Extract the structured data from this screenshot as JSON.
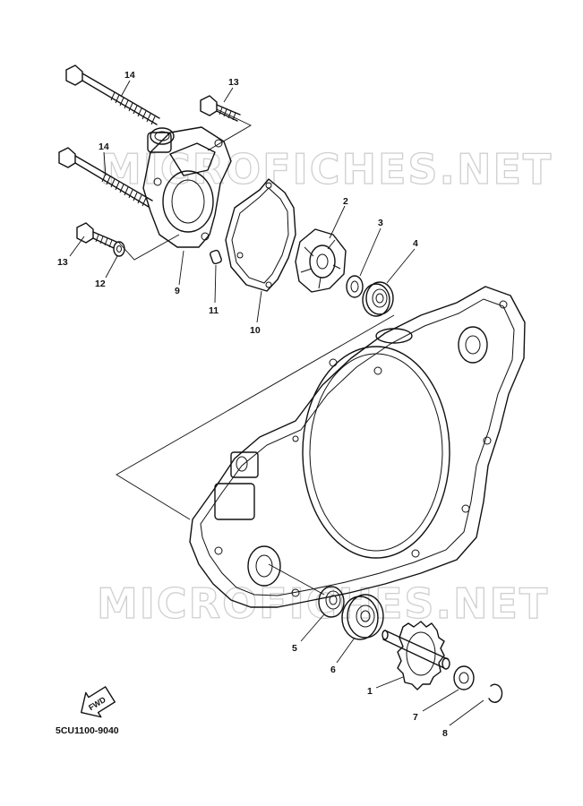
{
  "watermark": "MICROFICHES.NET",
  "diagram_code": "5CU1100-9040",
  "fwd_label": "FWD",
  "callouts": {
    "p1": "1",
    "p2": "2",
    "p3": "3",
    "p4": "4",
    "p5": "5",
    "p6": "6",
    "p7": "7",
    "p8": "8",
    "p9": "9",
    "p10": "10",
    "p11": "11",
    "p12": "12",
    "p13a": "13",
    "p13b": "13",
    "p14a": "14",
    "p14b": "14"
  }
}
